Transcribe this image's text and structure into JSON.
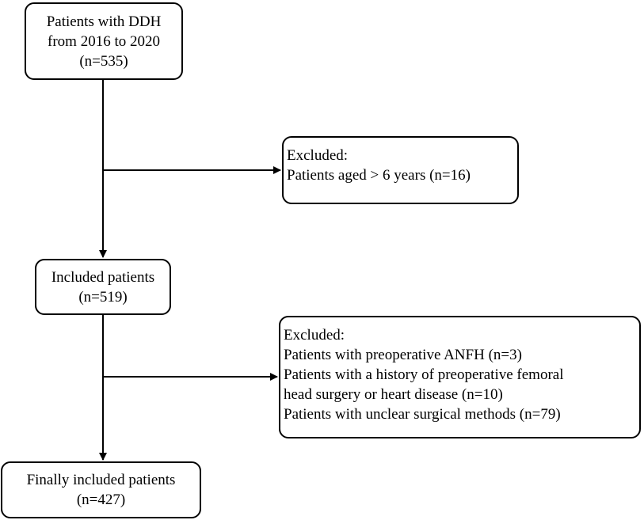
{
  "boxes": {
    "start": {
      "lines": [
        "Patients with DDH",
        "from 2016 to 2020",
        "(n=535)"
      ]
    },
    "exclusion1": {
      "lines": [
        "Excluded:",
        "Patients aged > 6 years (n=16)"
      ]
    },
    "included": {
      "lines": [
        "Included patients",
        "(n=519)"
      ]
    },
    "exclusion2": {
      "lines": [
        "Excluded:",
        "Patients with preoperative ANFH (n=3)",
        "Patients with a history of preoperative femoral",
        "head surgery or heart disease (n=10)",
        "Patients with unclear surgical methods (n=79)"
      ]
    },
    "final": {
      "lines": [
        "Finally included patients",
        "(n=427)"
      ]
    }
  }
}
